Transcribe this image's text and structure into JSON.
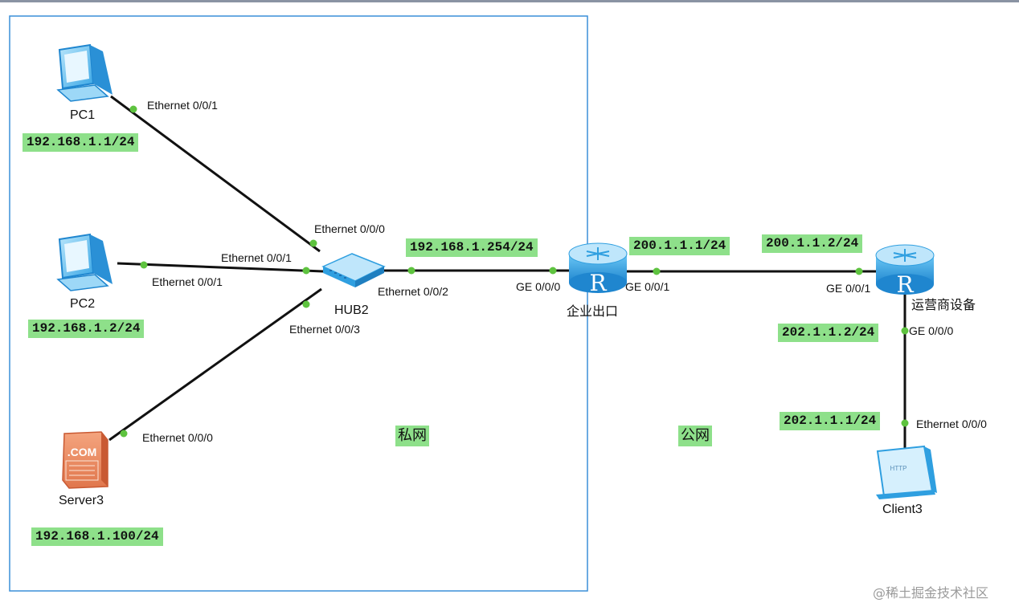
{
  "devices": {
    "pc1": "PC1",
    "pc2": "PC2",
    "server3": "Server3",
    "hub": "HUB2",
    "router_ent": "企业出口",
    "router_isp": "运营商设备",
    "client3": "Client3"
  },
  "interfaces": {
    "pc1_eth": "Ethernet 0/0/1",
    "pc2_eth": "Ethernet 0/0/1",
    "server3_eth": "Ethernet 0/0/0",
    "hub_e000": "Ethernet 0/0/0",
    "hub_e001": "Ethernet 0/0/1",
    "hub_e002": "Ethernet 0/0/2",
    "hub_e003": "Ethernet 0/0/3",
    "ent_ge000": "GE 0/0/0",
    "ent_ge001": "GE 0/0/1",
    "isp_ge001": "GE 0/0/1",
    "isp_ge000": "GE 0/0/0",
    "client3_eth": "Ethernet 0/0/0"
  },
  "ips": {
    "pc1": "192.168.1.1/24",
    "pc2": "192.168.1.2/24",
    "server3": "192.168.1.100/24",
    "ent_lan": "192.168.1.254/24",
    "ent_wan": "200.1.1.1/24",
    "isp_wan": "200.1.1.2/24",
    "isp_lan": "202.1.1.2/24",
    "client3": "202.1.1.1/24"
  },
  "zones": {
    "private": "私网",
    "public": "公网"
  },
  "icons": {
    "pc": "pc-icon",
    "server": "server-icon",
    "server_text": ".COM",
    "hub": "hub-icon",
    "router": "router-icon",
    "router_letter": "R",
    "client": "http-client-icon",
    "client_text": "HTTP"
  },
  "colors": {
    "ip_label_bg": "#8ee08a",
    "port_dot": "#5ec33f",
    "link": "#111111",
    "private_zone_border": "#3a8fd8",
    "device_blue": "#2f9fe0"
  },
  "watermark": "@稀土掘金技术社区"
}
